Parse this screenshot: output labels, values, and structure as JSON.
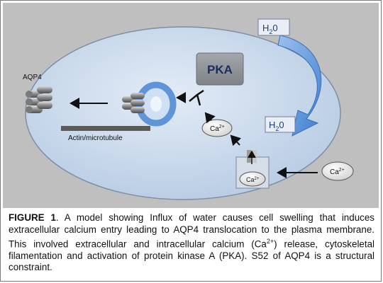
{
  "labels": {
    "aqp4": "AQP4",
    "actin": "Actin/microtubule",
    "pka": "PKA",
    "h2o_main": "H",
    "h2o_sub": "2",
    "h2o_tail": "0",
    "ca": "Ca",
    "ca_sup": "2+"
  },
  "caption": {
    "fig_label": "FIGURE 1",
    "p1": ". A model showing Influx of water causes cell swelling that induces extracellular calcium entry leading to AQP4 translocation to the plasma membrane. This involved extracellular and intracellular calcium (Ca",
    "sup": "2+",
    "p2": ") release, cytoskeletal filamentation and activation of protein kinase A (PKA). S52 of AQP4 is a structural constraint."
  },
  "colors": {
    "panel_bg": "#bfbfbf",
    "cell_fill": "#c9d9ec",
    "water_arrow": "#5b8fd6",
    "pka_box": "#8c8f93",
    "vesicle_ring": "#5f95d8"
  }
}
